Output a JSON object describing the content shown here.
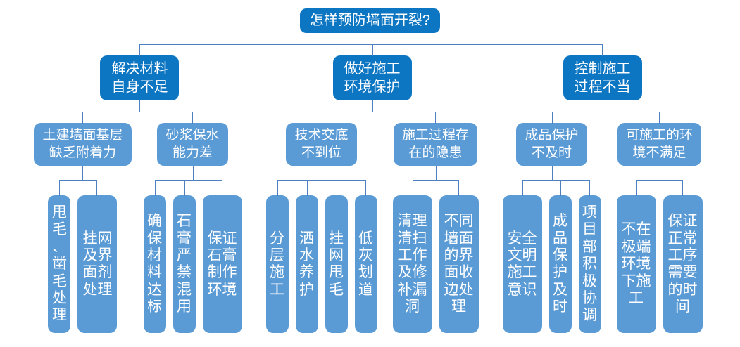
{
  "colors": {
    "dark_blue": "#0d76c3",
    "light_blue": "#5b9bd5",
    "connector_line": "#4e7fbe",
    "text": "#ffffff",
    "background": "#ffffff"
  },
  "tree": {
    "label": "怎样预防墙面开裂?",
    "children": [
      {
        "label": "解决材料\n自身不足",
        "children": [
          {
            "label": "土建墙面基层\n缺乏附着力",
            "children": [
              {
                "label": "甩毛、凿毛处理",
                "columns": 1
              },
              {
                "label": "挂网及界面剂处理",
                "columns": 2
              }
            ]
          },
          {
            "label": "砂浆保水\n能力差",
            "children": [
              {
                "label": "确保材料达标",
                "columns": 1
              },
              {
                "label": "石膏严禁混用",
                "columns": 1
              },
              {
                "label": "保证石膏制作环境",
                "columns": 2
              }
            ]
          }
        ]
      },
      {
        "label": "做好施工\n环境保护",
        "children": [
          {
            "label": "技术交底\n不到位",
            "children": [
              {
                "label": "分层施工",
                "columns": 1
              },
              {
                "label": "洒水养护",
                "columns": 1
              },
              {
                "label": "挂网甩毛",
                "columns": 1
              },
              {
                "label": "低灰划道",
                "columns": 1
              }
            ]
          },
          {
            "label": "施工过程存\n在的隐患",
            "children": [
              {
                "label": "清理清扫工作及修补漏洞",
                "columns": 2
              },
              {
                "label": "不同墙面的界面收边处理",
                "columns": 2
              }
            ]
          }
        ]
      },
      {
        "label": "控制施工\n过程不当",
        "children": [
          {
            "label": "成品保护\n不及时",
            "children": [
              {
                "label": "安全文明施工意识",
                "columns": 2
              },
              {
                "label": "成品保护及时",
                "columns": 1
              },
              {
                "label": "项目部积极协调",
                "columns": 1
              }
            ]
          },
          {
            "label": "可施工的环\n境不满足",
            "children": [
              {
                "label": "不在极端环境下施工",
                "columns": 2
              },
              {
                "label": "保证正常工序需要的时间",
                "columns": 2
              }
            ]
          }
        ]
      }
    ]
  }
}
